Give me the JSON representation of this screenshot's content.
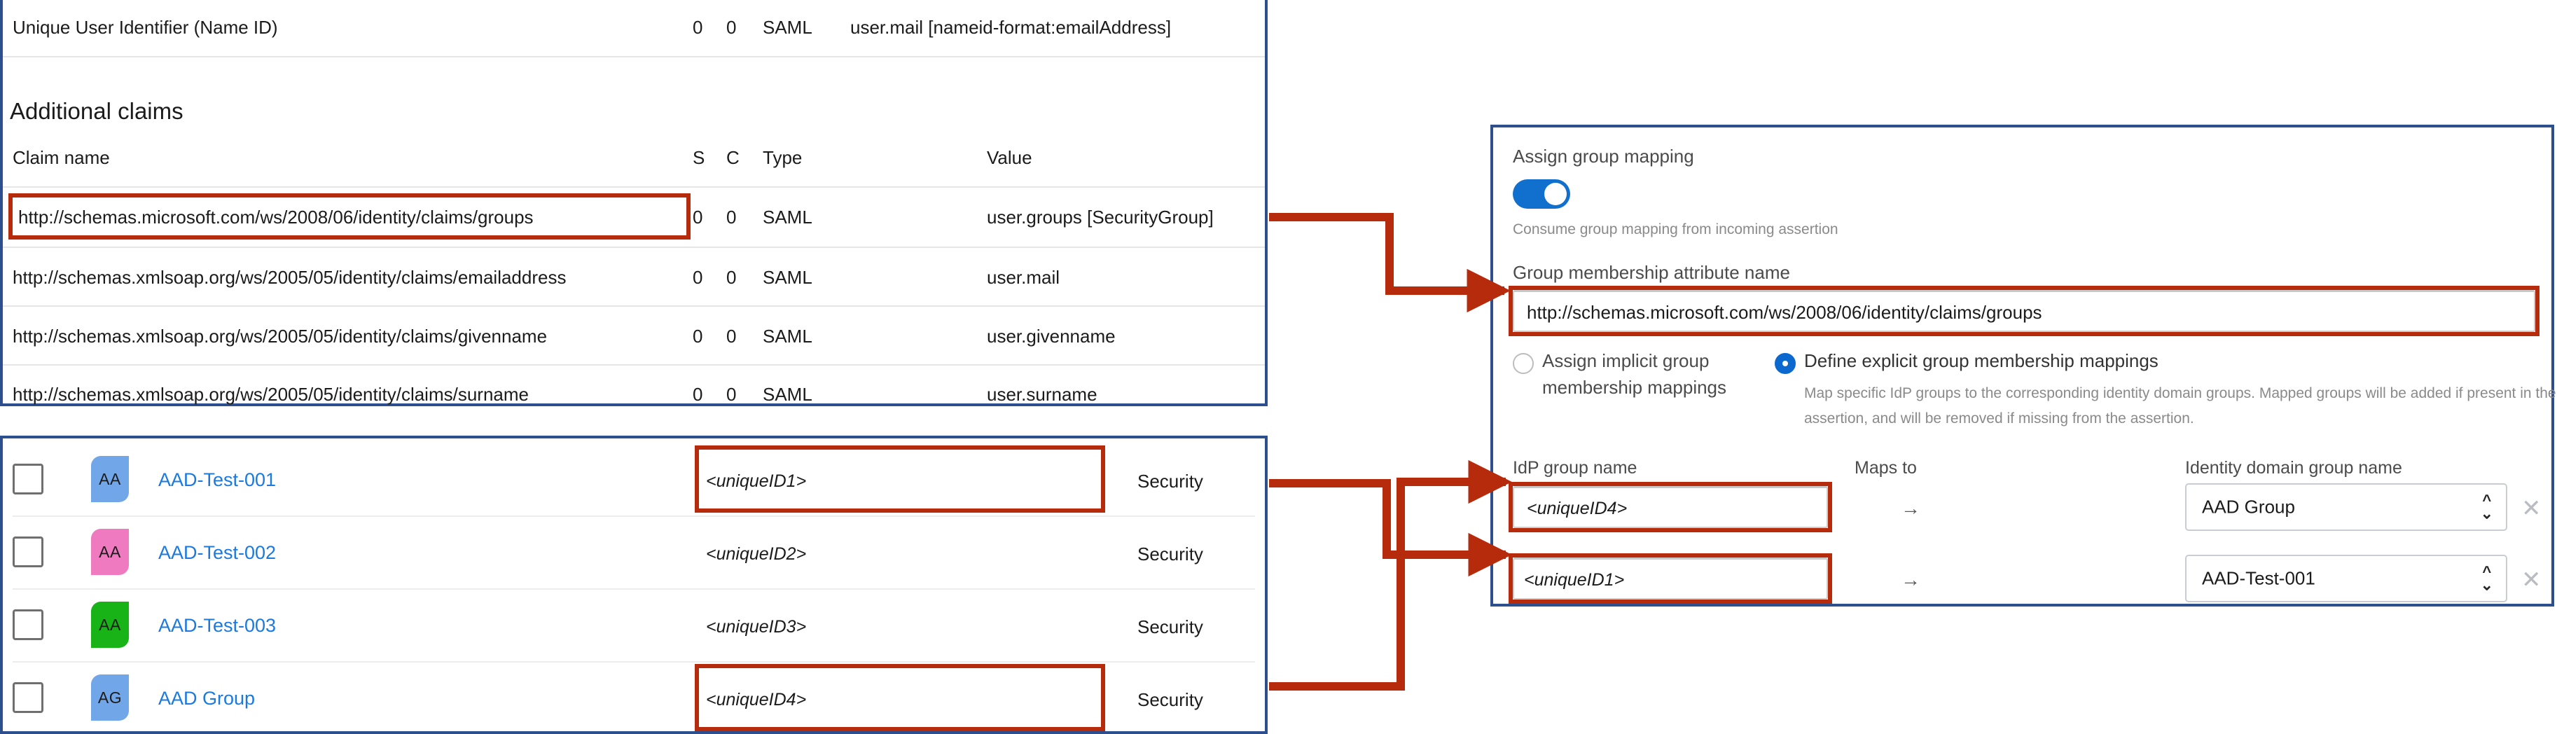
{
  "claims_panel": {
    "nameid_row": {
      "claim_name": "Unique User Identifier (Name ID)",
      "s": "0",
      "c": "0",
      "type": "SAML",
      "value": "user.mail [nameid-format:emailAddress]"
    },
    "section_title": "Additional claims",
    "headers": {
      "claim_name": "Claim name",
      "s": "S",
      "c": "C",
      "type": "Type",
      "value": "Value"
    },
    "rows": [
      {
        "claim_name": "http://schemas.microsoft.com/ws/2008/06/identity/claims/groups",
        "s": "0",
        "c": "0",
        "type": "SAML",
        "value": "user.groups [SecurityGroup]",
        "highlighted": true
      },
      {
        "claim_name": "http://schemas.xmlsoap.org/ws/2005/05/identity/claims/emailaddress",
        "s": "0",
        "c": "0",
        "type": "SAML",
        "value": "user.mail",
        "highlighted": false
      },
      {
        "claim_name": "http://schemas.xmlsoap.org/ws/2005/05/identity/claims/givenname",
        "s": "0",
        "c": "0",
        "type": "SAML",
        "value": "user.givenname",
        "highlighted": false
      },
      {
        "claim_name": "http://schemas.xmlsoap.org/ws/2005/05/identity/claims/surname",
        "s": "0",
        "c": "0",
        "type": "SAML",
        "value": "user.surname",
        "highlighted": false
      }
    ]
  },
  "groups_panel": {
    "rows": [
      {
        "initials": "AA",
        "avatar_color": "#71A7E8",
        "name": "AAD-Test-001",
        "unique_id": "<uniqueID1>",
        "group_type": "Security",
        "highlighted": true,
        "checked": false
      },
      {
        "initials": "AA",
        "avatar_color": "#EF7ABF",
        "name": "AAD-Test-002",
        "unique_id": "<uniqueID2>",
        "group_type": "Security",
        "highlighted": false,
        "checked": false
      },
      {
        "initials": "AA",
        "avatar_color": "#17B317",
        "name": "AAD-Test-003",
        "unique_id": "<uniqueID3>",
        "group_type": "Security",
        "highlighted": false,
        "checked": false
      },
      {
        "initials": "AG",
        "avatar_color": "#71A7E8",
        "name": "AAD Group",
        "unique_id": "<uniqueID4>",
        "group_type": "Security",
        "highlighted": true,
        "checked": false
      }
    ]
  },
  "mapping_panel": {
    "assign_group_mapping_label": "Assign group mapping",
    "toggle_on": true,
    "toggle_caption": "Consume group mapping from incoming assertion",
    "attribute_name_label": "Group membership attribute name",
    "attribute_name_value": "http://schemas.microsoft.com/ws/2008/06/identity/claims/groups",
    "radio_implicit_label_line1": "Assign implicit group",
    "radio_implicit_label_line2": "membership mappings",
    "radio_implicit_selected": false,
    "radio_explicit_label": "Define explicit group membership mappings",
    "radio_explicit_selected": true,
    "explicit_description": "Map specific IdP groups to the corresponding identity domain groups. Mapped groups will be added if present in the IdP assertion, and will be removed if missing from the assertion.",
    "col_idp_group_name": "IdP group name",
    "col_maps_to": "Maps to",
    "col_identity_domain_group_name": "Identity domain group name",
    "mappings": [
      {
        "idp_group": "<uniqueID4>",
        "arrow": "→",
        "identity_group": "AAD Group",
        "remove_label": "✕"
      },
      {
        "idp_group": "<uniqueID1>",
        "arrow": "→",
        "identity_group": "AAD-Test-001",
        "remove_label": "✕"
      }
    ]
  },
  "colors": {
    "panel_border": "#2d4f8e",
    "highlight_red": "#b52b0c",
    "link_blue": "#1a7ae0",
    "accent_blue": "#0a68cf"
  }
}
